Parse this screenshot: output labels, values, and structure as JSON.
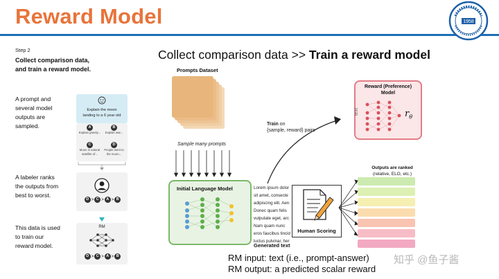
{
  "header": {
    "title": "Reward Model",
    "accent_color": "#e8743b",
    "rule_color": "#1d6fb8",
    "logo_year": "1958"
  },
  "left_panel": {
    "step": "Step 2",
    "heading_line1": "Collect comparison data,",
    "heading_line2": "and train a reward model.",
    "section1": [
      "A prompt and",
      "several model",
      "outputs are",
      "sampled."
    ],
    "section2": [
      "A labeler ranks",
      "the outputs from",
      "best to worst."
    ],
    "section3": [
      "This data is used",
      "to train our",
      "reward model."
    ],
    "prompt_card": {
      "prompt_line1": "Explain the moon",
      "prompt_line2": "landing to a 6 year old",
      "outputs": [
        {
          "letter": "A",
          "line1": "Explain gravity...",
          "line2": ""
        },
        {
          "letter": "B",
          "line1": "Explain war...",
          "line2": ""
        },
        {
          "letter": "C",
          "line1": "Moon is natural",
          "line2": "satellite of..."
        },
        {
          "letter": "D",
          "line1": "People went to",
          "line2": "the moon..."
        }
      ]
    },
    "ranking": [
      "D",
      ">",
      "C",
      ">",
      "A",
      ">",
      "B"
    ],
    "rm_label": "RM"
  },
  "diagram": {
    "title_prefix": "Collect comparison data >> ",
    "title_bold": "Train a reward model",
    "prompts_dataset": "Prompts Dataset",
    "sample_label": "Sample many prompts",
    "initial_lm": "Initial Language Model",
    "generated_text": "Generated text",
    "lorem": [
      "Lorem ipsum dolor",
      "sit amet, consecte",
      "adipiscing elit. Aen",
      "Donec quam felis",
      "vulputate eget, arc",
      "Nam quam nunc",
      "eros faucibus tincid",
      "luctus pulvinar, her"
    ],
    "human_scoring": "Human Scoring",
    "outputs_ranked_line1": "Outputs are ranked",
    "outputs_ranked_line2": "(relative, ELO, etc.)",
    "train_line1": "Train",
    "train_line1_suffix": " on",
    "train_line2": "{sample, reward} pairs",
    "reward_model_line1": "Reward (Preference)",
    "reward_model_line2": "Model",
    "text_label": "text",
    "r_theta": "r",
    "r_theta_sub": "θ",
    "ranked_colors": [
      "#cdebb0",
      "#ddf0b4",
      "#f6efb2",
      "#fbdcae",
      "#f9c4b2",
      "#f7bdc6",
      "#f2a9c1"
    ]
  },
  "footer": {
    "rm_input": "RM input: text (i.e., prompt-answer)",
    "rm_output": "RM output: a predicted scalar reward",
    "watermark": "知乎 @鱼子酱"
  }
}
